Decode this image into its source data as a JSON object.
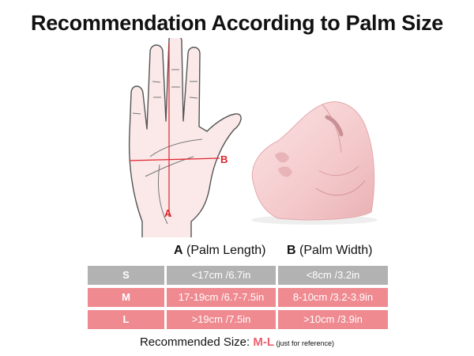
{
  "title": "Recommendation According to Palm Size",
  "labels": {
    "a": "A",
    "b": "B"
  },
  "headers": {
    "a_key": "A",
    "a_text": " (Palm Length)",
    "b_key": "B",
    "b_text": " (Palm Width)"
  },
  "table": {
    "rows": [
      {
        "size": "S",
        "length": "<17cm /6.7in",
        "width": "<8cm /3.2in"
      },
      {
        "size": "M",
        "length": "17-19cm /6.7-7.5in",
        "width": "8-10cm /3.2-3.9in"
      },
      {
        "size": "L",
        "length": ">19cm /7.5in",
        "width": ">10cm /3.9in"
      }
    ]
  },
  "recommend": {
    "label": "Recommended Size: ",
    "value": "M-L",
    "note": "  (just for reference)"
  },
  "colors": {
    "grey_row": "#b2b2b2",
    "pink_row": "#ef8a91",
    "accent_red": "#e0242c",
    "recommend_pink": "#ef5f6d"
  },
  "icons": {
    "hand": "hand-outline-icon",
    "mouse": "vertical-mouse-icon"
  }
}
